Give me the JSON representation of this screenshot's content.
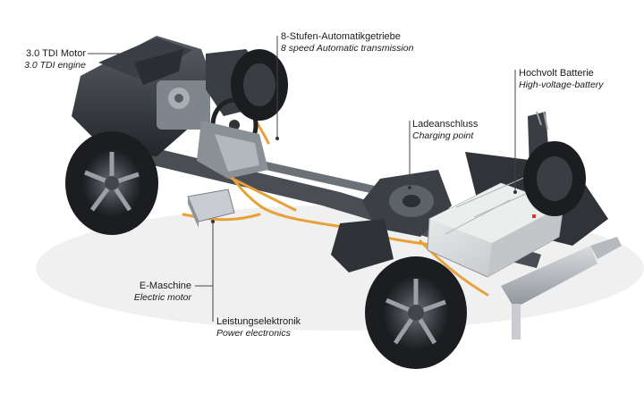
{
  "labels": {
    "engine": {
      "de": "3.0 TDI Motor",
      "en": "3.0 TDI engine"
    },
    "transmission": {
      "de": "8-Stufen-Automatikgetriebe",
      "en": "8 speed Automatic transmission"
    },
    "battery": {
      "de": "Hochvolt Batterie",
      "en": "High-voltage-battery"
    },
    "charging": {
      "de": "Ladeanschluss",
      "en": "Charging point"
    },
    "motor": {
      "de": "E-Maschine",
      "en": "Electric motor"
    },
    "power": {
      "de": "Leistungselektronik",
      "en": "Power electronics"
    }
  },
  "colors": {
    "body_dark": "#2b2e33",
    "body_mid": "#55595f",
    "metal": "#9aa0a6",
    "battery": "#d9dbdc",
    "orange_cable": "#e8a13a",
    "tire": "#1c1d20",
    "leader": "#444444"
  }
}
